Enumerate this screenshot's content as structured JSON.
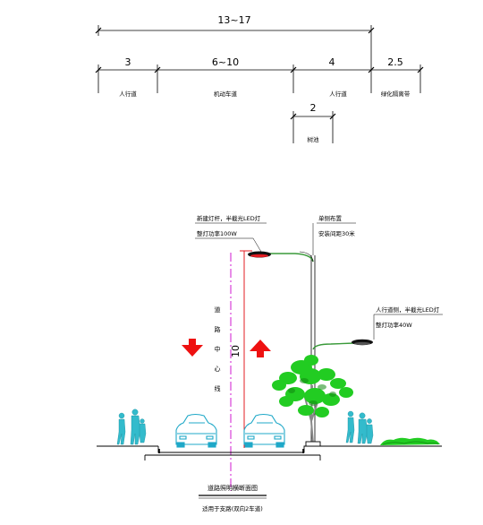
{
  "dimensions": {
    "total": "13~17",
    "sidewalk_left": "3",
    "motorway": "6~10",
    "sidewalk_right": "4",
    "green_belt": "2.5",
    "tree_pool": "2"
  },
  "segment_labels": {
    "sidewalk_left": "人行道",
    "motorway": "机动车道",
    "sidewalk_right": "人行道",
    "green_belt": "绿化隔离带",
    "tree_pool": "树池"
  },
  "lamp": {
    "main_desc_1": "新建灯杆，半截光LED灯",
    "main_desc_2": "整灯功率100W",
    "pole_desc_1": "单侧布置",
    "pole_desc_2": "安装间距30米",
    "side_desc_1": "人行道侧，半截光LED灯",
    "side_desc_2": "整灯功率40W",
    "height": "10"
  },
  "centerline_label": [
    "道",
    "路",
    "中",
    "心",
    "线"
  ],
  "caption": {
    "title": "道路照明横断面图",
    "subtitle": "适用于支路(双向2车道)"
  },
  "colors": {
    "centerline": "#cc00cc",
    "arrow": "#ee1111",
    "pole": "#e31c23",
    "lamp_arm": "#3a9a3a",
    "people": "#33bbcc",
    "car": "#1fa8c8",
    "tree": "#22cc22",
    "ground": "#000000"
  }
}
